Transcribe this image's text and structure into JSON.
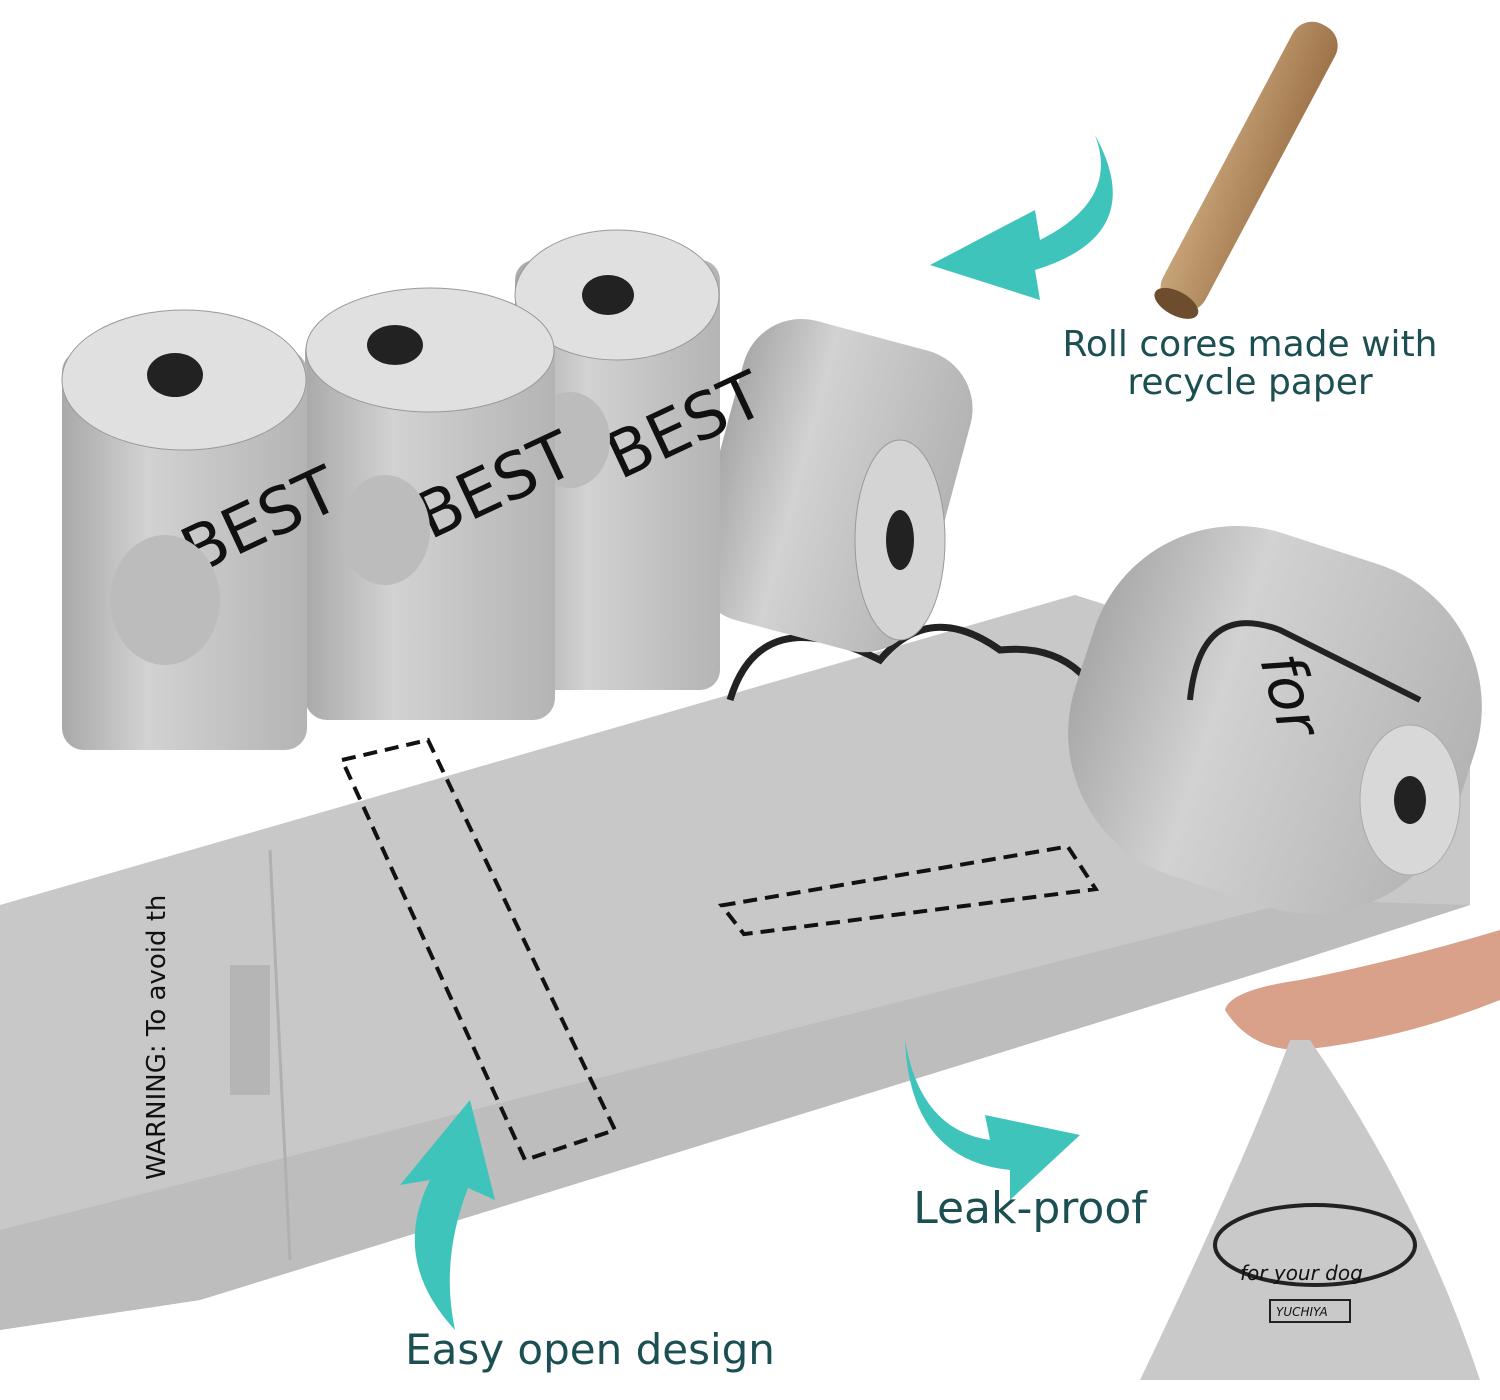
{
  "captions": {
    "roll_cores_line1": "Roll cores made with",
    "roll_cores_line2": "recycle paper",
    "leak_proof": "Leak-proof",
    "easy_open": "Easy open design"
  },
  "printed_on_bags": {
    "roll_text": "BEST",
    "big_roll_text": "for",
    "strip_warning": "WARNING: To avoid th",
    "bag_text": "for your dog",
    "bag_brand": "YUCHIYA"
  },
  "colors": {
    "caption_text": "#1c4f52",
    "arrow_teal": "#3ec4bb",
    "bag_gray": "#c9c9c9",
    "core_brown": "#b48a5e"
  },
  "icons": [
    "curved-arrow-icon",
    "paw-print-icon"
  ]
}
